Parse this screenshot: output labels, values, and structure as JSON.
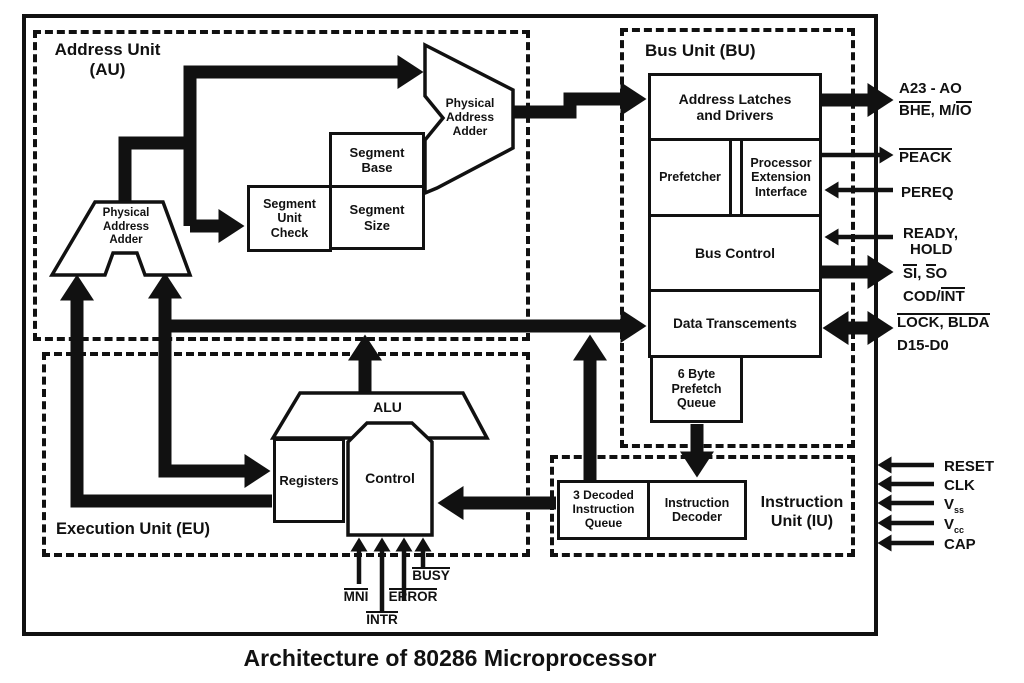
{
  "colors": {
    "ink": "#111111",
    "bg": "#ffffff"
  },
  "title": "Architecture of 80286 Microprocessor",
  "units": {
    "au": "Address Unit\n(AU)",
    "bu": "Bus Unit (BU)",
    "eu": "Execution Unit (EU)",
    "iu": "Instruction\nUnit (IU)"
  },
  "blocks": {
    "phys_addr_adder_left": "Physical\nAddress\nAdder",
    "phys_addr_adder_main": "Physical\nAddress\nAdder",
    "segment_unit_check": "Segment\nUnit\nCheck",
    "segment_base": "Segment\nBase",
    "segment_size": "Segment\nSize",
    "address_latches": "Address Latches\nand Drivers",
    "prefetcher": "Prefetcher",
    "processor_extension_interface": "Processor\nExtension\nInterface",
    "bus_control": "Bus Control",
    "data_transcements": "Data Transcements",
    "prefetch_queue": "6 Byte\nPrefetch\nQueue",
    "alu": "ALU",
    "registers": "Registers",
    "control": "Control",
    "decoded_queue": "3 Decoded\nInstruction\nQueue",
    "instruction_decoder": "Instruction\nDecoder"
  },
  "pins": {
    "a23": {
      "l1": "A23 - AO",
      "bhe": "BHE",
      "mid": ", M/",
      "io": "IO"
    },
    "peack": "PEACK",
    "pereq": "PEREQ",
    "ready": "READY,",
    "hold": "HOLD",
    "s1": "SI",
    "s_sep": ", ",
    "s0a": "S",
    "s0b": "O",
    "cod": "COD/",
    "int": "INT",
    "lock": "LOCK, BLDA",
    "dbus": "D15-D0",
    "reset": "RESET",
    "clk": "CLK",
    "v1": "V",
    "v1sub": "ss",
    "v2": "V",
    "v2sub": "cc",
    "cap": "CAP",
    "mni": "MNI",
    "error": "ERROR",
    "intr": "INTR",
    "busy": "BUSY"
  }
}
